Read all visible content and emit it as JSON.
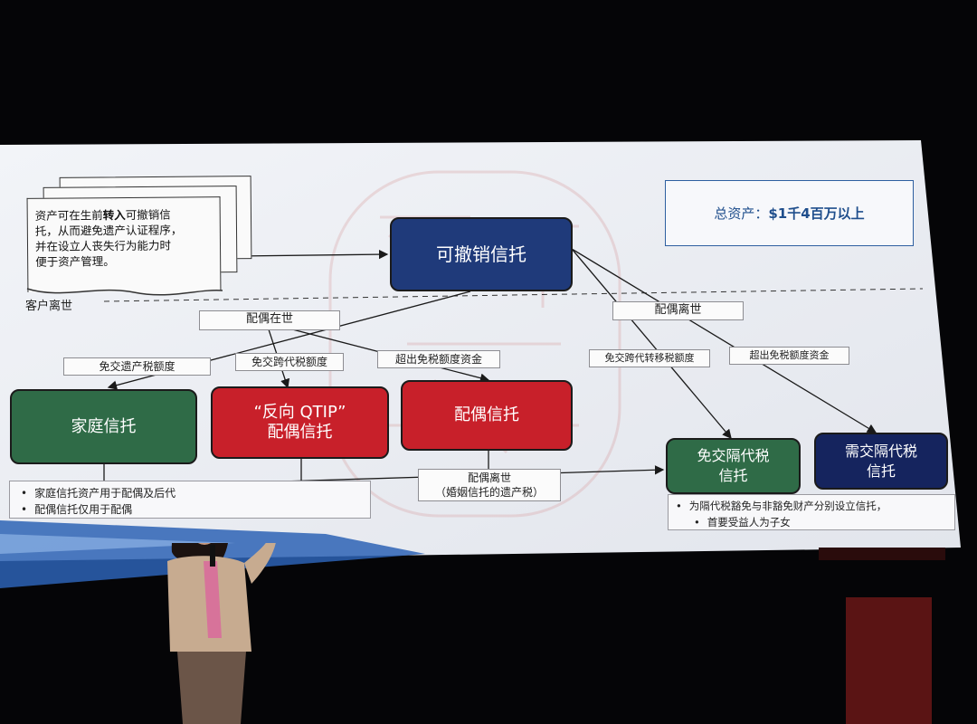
{
  "summary_box": {
    "prefix": "总资产：",
    "amount": "$1千4百万以上"
  },
  "note_doc": {
    "line1_a": "资产可在生前",
    "line1_b": "转入",
    "line1_c": "可撤销信",
    "line2": "托，从而避免遗产认证程序，",
    "line3": "并在设立人丧失行为能力时",
    "line4": "便于资产管理。"
  },
  "divider_label": "客户离世",
  "nodes": {
    "revocable": "可撤销信托",
    "family": "家庭信托",
    "reverse_qtip_1": "“反向 QTIP”",
    "reverse_qtip_2": "配偶信托",
    "spousal": "配偶信托",
    "gst_exempt_1": "免交隔代税",
    "gst_exempt_2": "信托",
    "gst_nonexempt_1": "需交隔代税",
    "gst_nonexempt_2": "信托"
  },
  "edge_labels": {
    "spouse_alive": "配偶在世",
    "estate_exemption": "免交遗产税额度",
    "gst_exemption": "免交跨代税额度",
    "excess_funds_left": "超出免税额度资金",
    "spouse_deceased_top": "配偶离世",
    "gst_transfer_exemption": "免交跨代转移税额度",
    "excess_funds_right": "超出免税额度资金",
    "spouse_deceased_bottom_1": "配偶离世",
    "spouse_deceased_bottom_2": "（婚姻信托的遗产税）"
  },
  "bullets_left": [
    "家庭信托资产用于配偶及后代",
    "配偶信托仅用于配偶"
  ],
  "bullets_right": [
    "为隔代税豁免与非豁免财产分别设立信托，",
    "首要受益人为子女"
  ],
  "colors": {
    "green": "#2f6b47",
    "red": "#c8202a",
    "navy": "#1f3a7a",
    "dark_navy": "#15245e",
    "summary_text": "#1f4e8c",
    "screen": "#eef0f5"
  }
}
